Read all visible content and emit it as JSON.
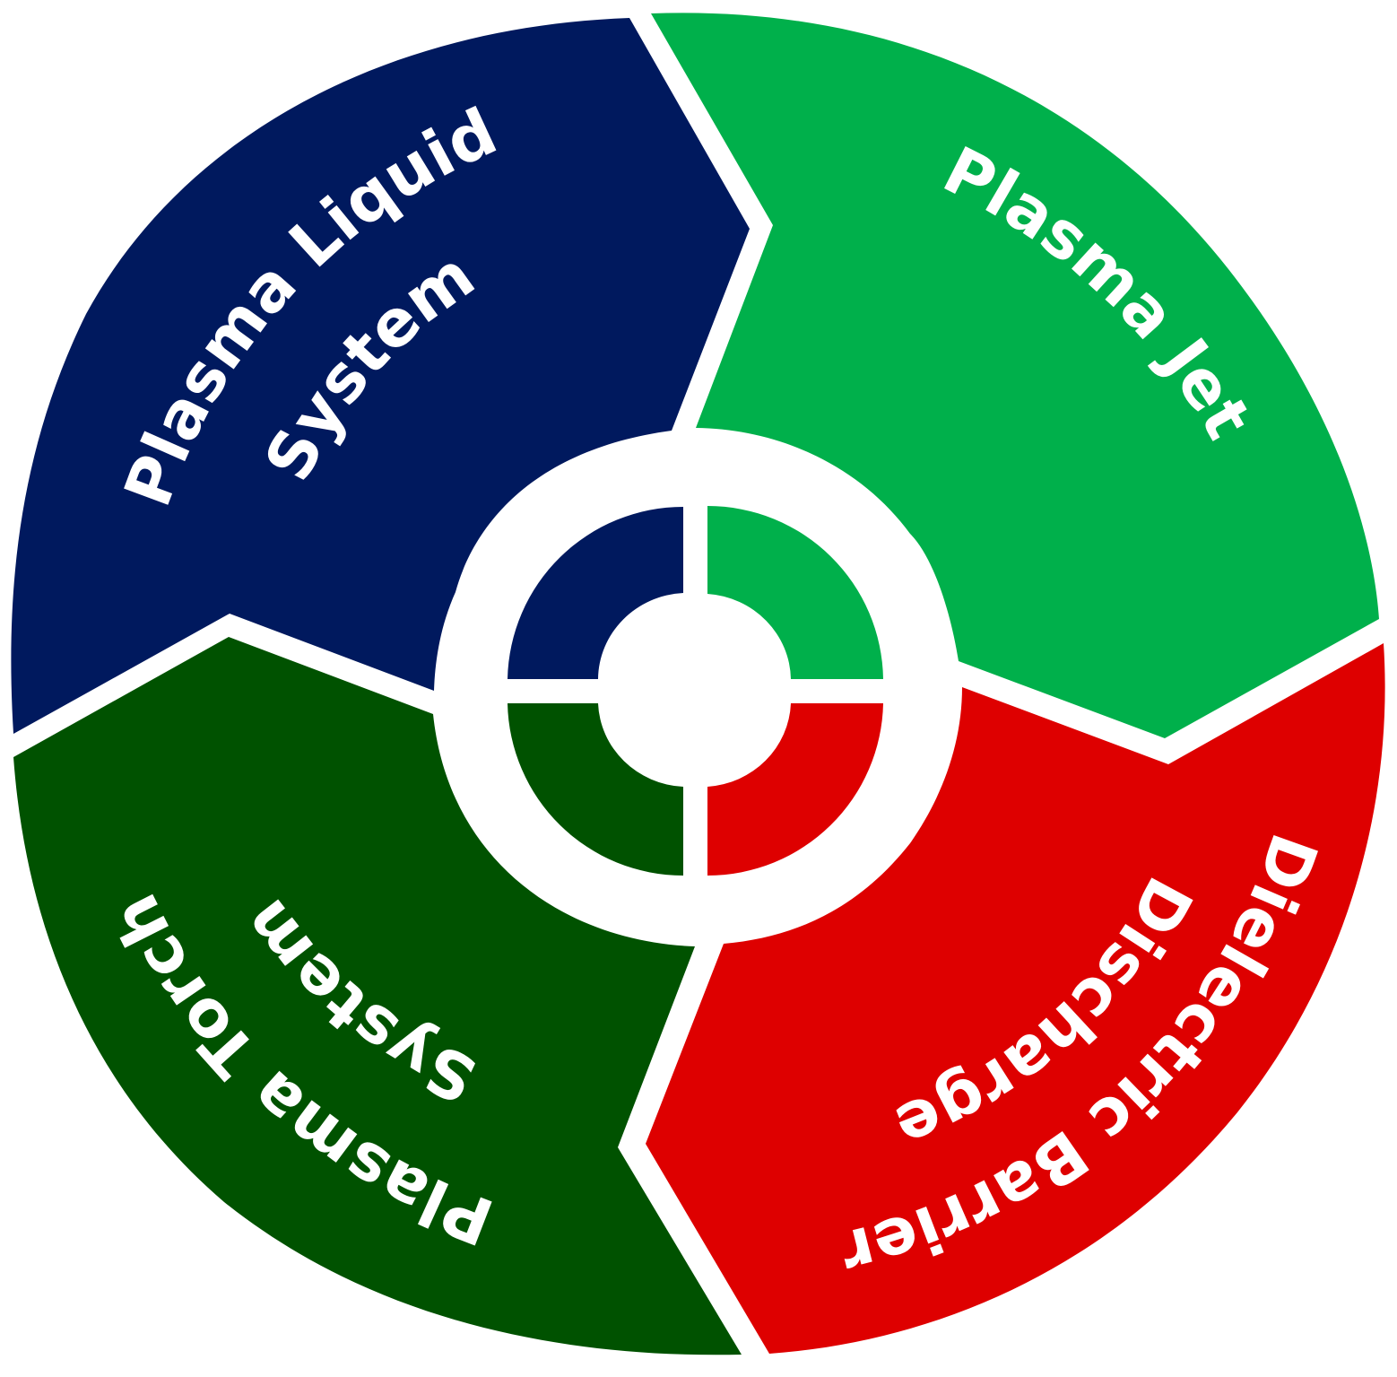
{
  "diagram": {
    "segments": [
      {
        "id": "plasma-liquid-system",
        "label": "Plasma Liquid System",
        "line1": "Plasma Liquid",
        "line2": "System",
        "color": "#00195e"
      },
      {
        "id": "plasma-jet",
        "label": "Plasma Jet",
        "line1": "Plasma Jet",
        "line2": "",
        "color": "#00b04b"
      },
      {
        "id": "dielectric-barrier-discharge",
        "label": "Dielectric Barrier Discharge",
        "line1": "Dielectric Barrier",
        "line2": "Discharge",
        "color": "#de0000"
      },
      {
        "id": "plasma-torch-system",
        "label": "Plasma Torch System",
        "line1": "Plasma Torch",
        "line2": "System",
        "color": "#005200"
      }
    ],
    "background": "#ffffff"
  }
}
